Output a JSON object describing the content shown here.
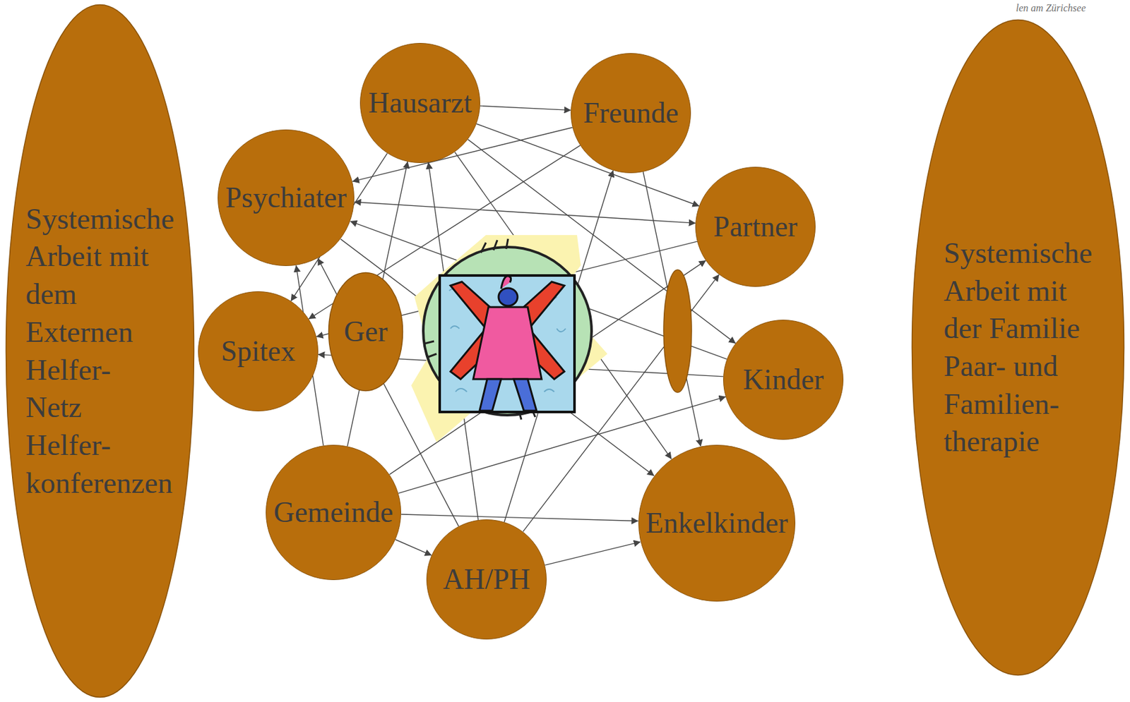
{
  "diagram": {
    "nodes": [
      {
        "text": [
          "Systemische Arbeit mit dem Externen Helfer- Netz Helfer- konferenzen"
        ]
      },
      {
        "text": [
          "Hausarzt"
        ]
      },
      {
        "text": [
          "Freunde"
        ]
      },
      {
        "text": [
          "Systemische Arbeit mit der Familie Paar- und Familien- therapie"
        ]
      },
      {
        "text": [
          "Psychiater"
        ]
      },
      {
        "text": [
          "Partner"
        ]
      },
      {
        "text": [
          "Spitex"
        ]
      },
      {
        "text": [
          "Ger"
        ]
      },
      {
        "text": [
          "Kinder"
        ]
      },
      {
        "text": [
          "Gemeinde"
        ]
      },
      {
        "text": [
          "Enkelkinder"
        ]
      },
      {
        "text": [
          "AH/PH"
        ]
      }
    ],
    "edges": [
      {
        "from": 1,
        "to": 2,
        "arrow": "to"
      },
      {
        "from": 1,
        "to": 5,
        "arrow": "to"
      },
      {
        "from": 1,
        "to": 8,
        "arrow": "to"
      },
      {
        "from": 1,
        "to": 10,
        "arrow": "to"
      },
      {
        "from": 1,
        "to": 6,
        "arrow": "to"
      },
      {
        "from": 2,
        "to": 4,
        "arrow": "to"
      },
      {
        "from": 2,
        "to": 6,
        "arrow": "to"
      },
      {
        "from": 2,
        "to": 10,
        "arrow": "to"
      },
      {
        "from": 4,
        "to": 5,
        "arrow": "both"
      },
      {
        "from": 4,
        "to": 10,
        "arrow": "to"
      },
      {
        "from": 9,
        "to": 1,
        "arrow": "to"
      },
      {
        "from": 9,
        "to": 4,
        "arrow": "to"
      },
      {
        "from": 9,
        "to": 5,
        "arrow": "to"
      },
      {
        "from": 9,
        "to": 8,
        "arrow": "to"
      },
      {
        "from": 9,
        "to": 10,
        "arrow": "to"
      },
      {
        "from": 9,
        "to": 11,
        "arrow": "to"
      },
      {
        "from": 11,
        "to": 4,
        "arrow": "to"
      },
      {
        "from": 11,
        "to": 1,
        "arrow": "to"
      },
      {
        "from": 11,
        "to": 2,
        "arrow": "to"
      },
      {
        "from": 11,
        "to": 5,
        "arrow": "to"
      },
      {
        "from": 11,
        "to": 10,
        "arrow": "to"
      },
      {
        "from": 5,
        "to": 6,
        "arrow": "to"
      },
      {
        "from": 8,
        "to": 4,
        "arrow": "to"
      },
      {
        "from": 8,
        "to": 6,
        "arrow": "to"
      }
    ],
    "labels": [
      "len am Zürichsee"
    ]
  }
}
